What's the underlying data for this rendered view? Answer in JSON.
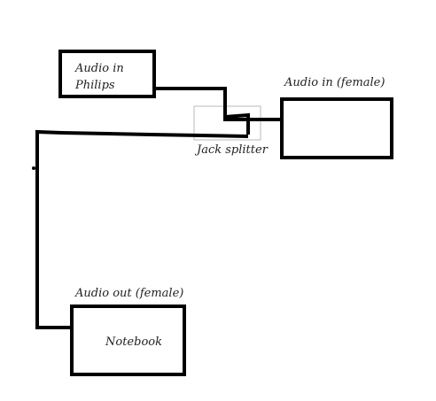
{
  "diagram": {
    "philips_box_label_line1": "Audio in",
    "philips_box_label_line2": "Philips",
    "audio_in_female_label": "Audio in (female)",
    "jack_splitter_label": "Jack splitter",
    "audio_out_female_label": "Audio out (female)",
    "notebook_label": "Notebook"
  },
  "colors": {
    "line": "#000000",
    "splitter_outline": "#b8b8b8",
    "text": "#222222",
    "background": "#ffffff"
  }
}
